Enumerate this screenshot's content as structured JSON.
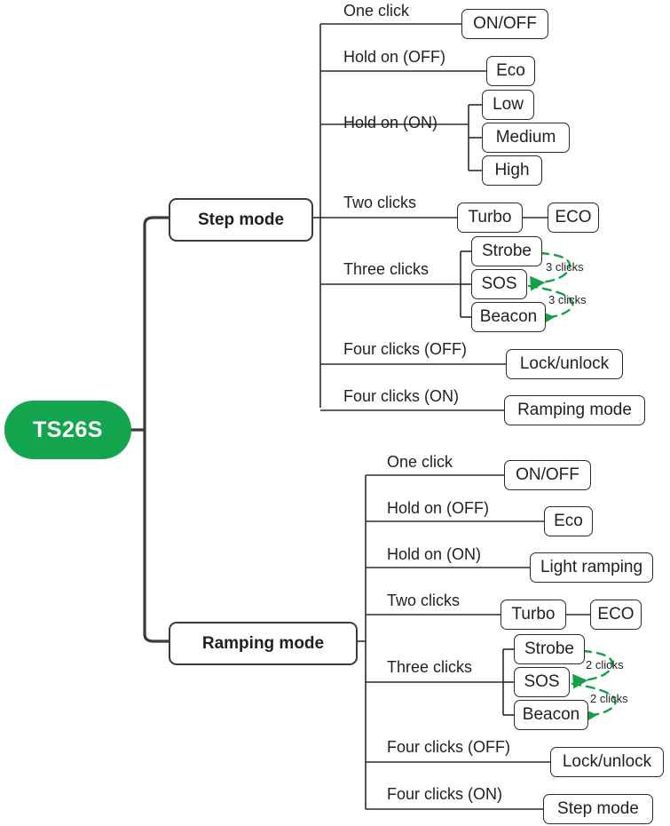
{
  "diagram": {
    "type": "mind-map",
    "title": "TS26S flashlight UI operation map",
    "colors": {
      "root_fill": "#13a54d",
      "root_text": "#ffffff",
      "line": "#3b3b3b",
      "box_border": "#2b2b2b",
      "loop_arrow": "#12a04b",
      "background": "#ffffff"
    }
  },
  "root": {
    "label": "TS26S"
  },
  "branches": [
    {
      "id": "step",
      "label": "Step mode",
      "rows": [
        {
          "action": "One click",
          "targets": [
            "ON/OFF"
          ]
        },
        {
          "action": "Hold on (OFF)",
          "targets": [
            "Eco"
          ]
        },
        {
          "action": "Hold on (ON)",
          "targets": [
            "Low",
            "Medium",
            "High"
          ]
        },
        {
          "action": "Two clicks",
          "targets": [
            "Turbo",
            "ECO"
          ]
        },
        {
          "action": "Three clicks",
          "targets": [
            "Strobe",
            "SOS",
            "Beacon"
          ]
        },
        {
          "action": "Four clicks (OFF)",
          "targets": [
            "Lock/unlock"
          ]
        },
        {
          "action": "Four clicks (ON)",
          "targets": [
            "Ramping mode"
          ]
        }
      ],
      "loops": [
        {
          "from": "Strobe",
          "to": "SOS",
          "label": "3 clicks"
        },
        {
          "from": "SOS",
          "to": "Beacon",
          "label": "3 clicks"
        }
      ]
    },
    {
      "id": "ramping",
      "label": "Ramping mode",
      "rows": [
        {
          "action": "One click",
          "targets": [
            "ON/OFF"
          ]
        },
        {
          "action": "Hold on (OFF)",
          "targets": [
            "Eco"
          ]
        },
        {
          "action": "Hold on (ON)",
          "targets": [
            "Light ramping"
          ]
        },
        {
          "action": "Two clicks",
          "targets": [
            "Turbo",
            "ECO"
          ]
        },
        {
          "action": "Three clicks",
          "targets": [
            "Strobe",
            "SOS",
            "Beacon"
          ]
        },
        {
          "action": "Four clicks (OFF)",
          "targets": [
            "Lock/unlock"
          ]
        },
        {
          "action": "Four clicks (ON)",
          "targets": [
            "Step mode"
          ]
        }
      ],
      "loops": [
        {
          "from": "Strobe",
          "to": "SOS",
          "label": "2 clicks"
        },
        {
          "from": "SOS",
          "to": "Beacon",
          "label": "2 clicks"
        }
      ]
    }
  ],
  "labels": {
    "step": {
      "one_click": "One click",
      "hold_off": "Hold on (OFF)",
      "hold_on": "Hold on (ON)",
      "two_clicks": "Two clicks",
      "three_clicks": "Three clicks",
      "four_off": "Four clicks (OFF)",
      "four_on": "Four clicks (ON)",
      "onoff": "ON/OFF",
      "eco": "Eco",
      "low": "Low",
      "medium": "Medium",
      "high": "High",
      "turbo": "Turbo",
      "eco_caps": "ECO",
      "strobe": "Strobe",
      "sos": "SOS",
      "beacon": "Beacon",
      "lock": "Lock/unlock",
      "ramping_mode": "Ramping mode",
      "loop1": "3 clicks",
      "loop2": "3 clicks"
    },
    "ramping": {
      "one_click": "One click",
      "hold_off": "Hold on (OFF)",
      "hold_on": "Hold on (ON)",
      "two_clicks": "Two clicks",
      "three_clicks": "Three clicks",
      "four_off": "Four clicks (OFF)",
      "four_on": "Four clicks (ON)",
      "onoff": "ON/OFF",
      "eco": "Eco",
      "light_ramping": "Light ramping",
      "turbo": "Turbo",
      "eco_caps": "ECO",
      "strobe": "Strobe",
      "sos": "SOS",
      "beacon": "Beacon",
      "lock": "Lock/unlock",
      "step_mode": "Step mode",
      "loop1": "2 clicks",
      "loop2": "2 clicks"
    }
  }
}
